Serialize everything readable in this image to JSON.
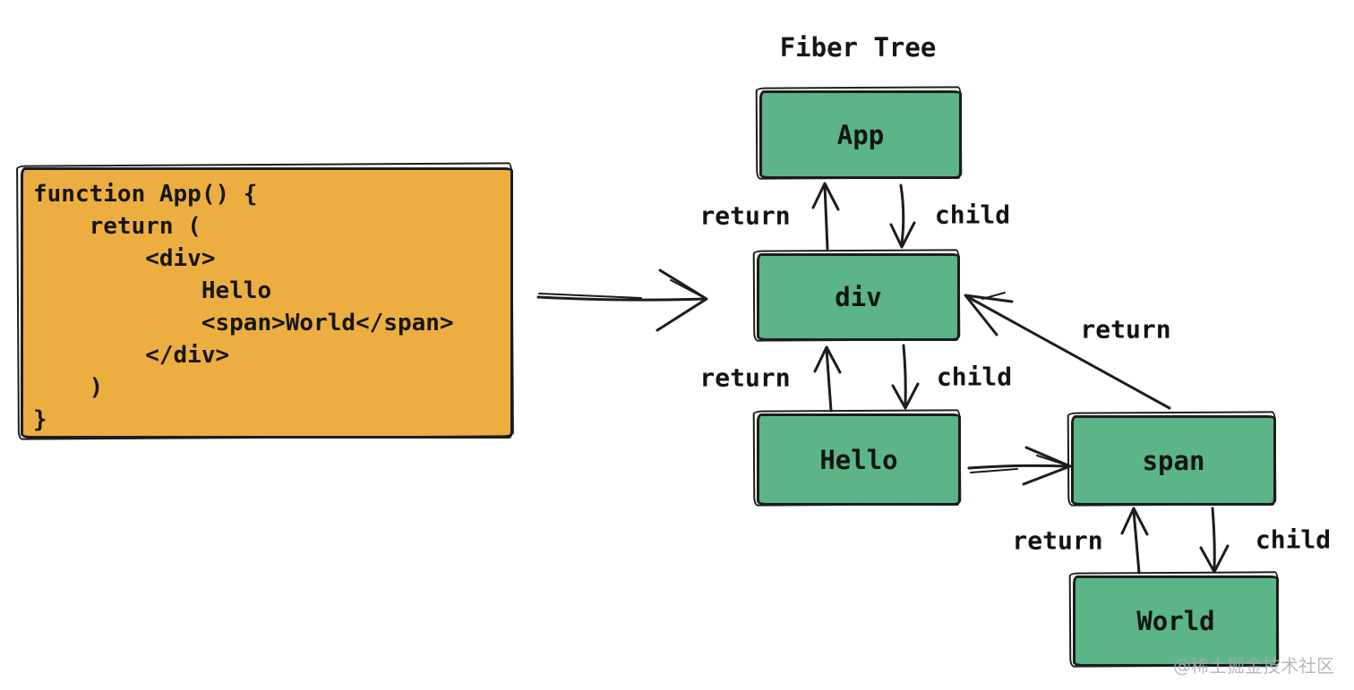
{
  "title": "Fiber Tree",
  "code_panel": {
    "text": "function App() {\n    return (\n        <div>\n            Hello\n            <span>World</span>\n        </div>\n    )\n}"
  },
  "tree": {
    "nodes": [
      {
        "id": "app",
        "label": "App"
      },
      {
        "id": "div",
        "label": "div"
      },
      {
        "id": "hello",
        "label": "Hello"
      },
      {
        "id": "span",
        "label": "span"
      },
      {
        "id": "world",
        "label": "World"
      }
    ],
    "edge_labels": {
      "app_div_return": "return",
      "app_div_child": "child",
      "div_hello_return": "return",
      "div_hello_child": "child",
      "span_div_return": "return",
      "span_world_return": "return",
      "span_world_child": "child"
    }
  },
  "colors": {
    "node_fill": "#5bb587",
    "code_fill": "#edae41",
    "stroke": "#1d1d1d",
    "background": "#ffffff"
  },
  "watermark": "@稀土掘金技术社区"
}
